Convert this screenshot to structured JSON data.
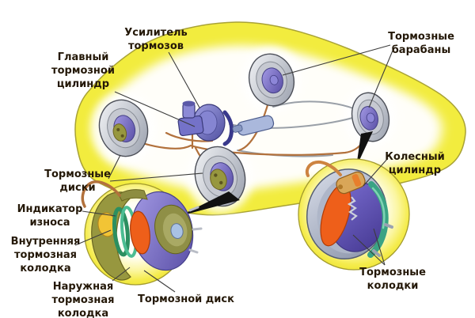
{
  "labels": {
    "booster": {
      "lines": [
        "Усилитель",
        "тормозов"
      ]
    },
    "master_cylinder": {
      "lines": [
        "Главный",
        "тормозной",
        "цилиндр"
      ]
    },
    "brake_drums": {
      "lines": [
        "Тормозные",
        "барабаны"
      ]
    },
    "brake_discs": {
      "lines": [
        "Тормозные",
        "диски"
      ]
    },
    "wear_indicator": {
      "lines": [
        "Индикатор",
        "износа"
      ]
    },
    "inner_pad": {
      "lines": [
        "Внутренняя",
        "тормозная",
        "колодка"
      ]
    },
    "outer_pad": {
      "lines": [
        "Наружная",
        "тормозная",
        "колодка"
      ]
    },
    "brake_disc": {
      "lines": [
        "Тормозной диск"
      ]
    },
    "wheel_cylinder": {
      "lines": [
        "Колесный",
        "цилиндр"
      ]
    },
    "brake_shoes": {
      "lines": [
        "Тормозные",
        "колодки"
      ]
    }
  },
  "colors": {
    "body-yellow": "#f2ec3e",
    "inset-yellow": "#f0e73a",
    "copper": "#b2713c",
    "drum-purple": "#6a5cb8",
    "olive-gold": "#97973f",
    "pad-orange": "#ee5f1a",
    "shoe-teal": "#3aa384",
    "booster-blue": "#7472c8",
    "tire-silver": "#c6c9d1",
    "label-text": "#241808",
    "pointer-line": "#3c3c3c",
    "background": "#ffffff"
  }
}
